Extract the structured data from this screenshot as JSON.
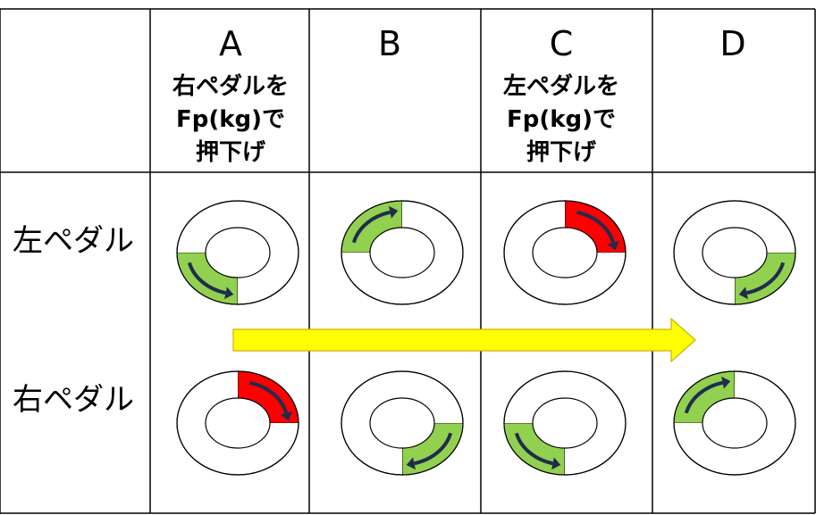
{
  "columns": [
    {
      "id": "A",
      "letter": "A",
      "lines": [
        "右ペダルを",
        "Fp(kg)で",
        "押下げ"
      ]
    },
    {
      "id": "B",
      "letter": "B",
      "lines": []
    },
    {
      "id": "C",
      "letter": "C",
      "lines": [
        "左ペダルを",
        "Fp(kg)で",
        "押下げ"
      ]
    },
    {
      "id": "D",
      "letter": "D",
      "lines": []
    }
  ],
  "rows": [
    {
      "id": "left",
      "label": "左ペダル"
    },
    {
      "id": "right",
      "label": "右ペダル"
    }
  ],
  "pedals": {
    "left": [
      {
        "col": "A",
        "quadrant": "bottom-left",
        "fill": "green",
        "arrow": "ccw"
      },
      {
        "col": "B",
        "quadrant": "top-left",
        "fill": "green",
        "arrow": "cw"
      },
      {
        "col": "C",
        "quadrant": "top-right",
        "fill": "red",
        "arrow": "cw"
      },
      {
        "col": "D",
        "quadrant": "bottom-right",
        "fill": "green",
        "arrow": "cw"
      }
    ],
    "right": [
      {
        "col": "A",
        "quadrant": "top-right",
        "fill": "red",
        "arrow": "cw"
      },
      {
        "col": "B",
        "quadrant": "bottom-right",
        "fill": "green",
        "arrow": "cw"
      },
      {
        "col": "C",
        "quadrant": "bottom-left",
        "fill": "green",
        "arrow": "ccw"
      },
      {
        "col": "D",
        "quadrant": "top-left",
        "fill": "green",
        "arrow": "cw"
      }
    ]
  },
  "colors": {
    "green": "#92d050",
    "red": "#ff0000",
    "yellow": "#ffff00",
    "arrow": "#1f2d4d",
    "grid": "#000000"
  }
}
